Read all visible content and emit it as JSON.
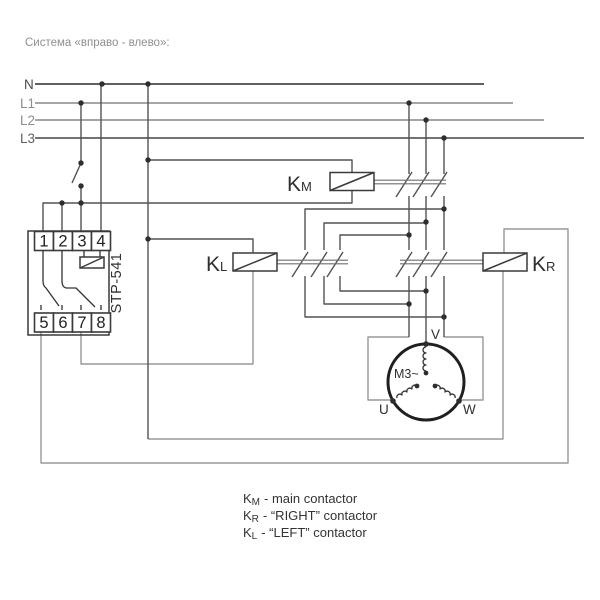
{
  "title": "Система «вправо - влево»:",
  "bus": {
    "n": "N",
    "l1": "L1",
    "l2": "L2",
    "l3": "L3"
  },
  "device": {
    "model": "STP-541",
    "terminals_top": [
      "1",
      "2",
      "3",
      "4"
    ],
    "terminals_bottom": [
      "5",
      "6",
      "7",
      "8"
    ]
  },
  "contactors": {
    "km": {
      "k": "K",
      "sub": "M"
    },
    "kl": {
      "k": "K",
      "sub": "L"
    },
    "kr": {
      "k": "K",
      "sub": "R"
    }
  },
  "motor": {
    "label": "M3~",
    "u": "U",
    "v": "V",
    "w": "W"
  },
  "legend": [
    {
      "k": "K",
      "sub": "M",
      "rest": "- main contactor"
    },
    {
      "k": "K",
      "sub": "R",
      "rest": "- “RIGHT” contactor"
    },
    {
      "k": "K",
      "sub": "L",
      "rest": "- “LEFT” contactor"
    }
  ],
  "colors": {
    "bus_n": "#4a4a4a",
    "bus_l1": "#9a9a9a",
    "bus_l2": "#9a9a9a",
    "bus_l3": "#5f5f5f",
    "wire_dark": "#525252",
    "wire_gray": "#989898",
    "text": "#333333",
    "title": "#8f8f8f"
  }
}
